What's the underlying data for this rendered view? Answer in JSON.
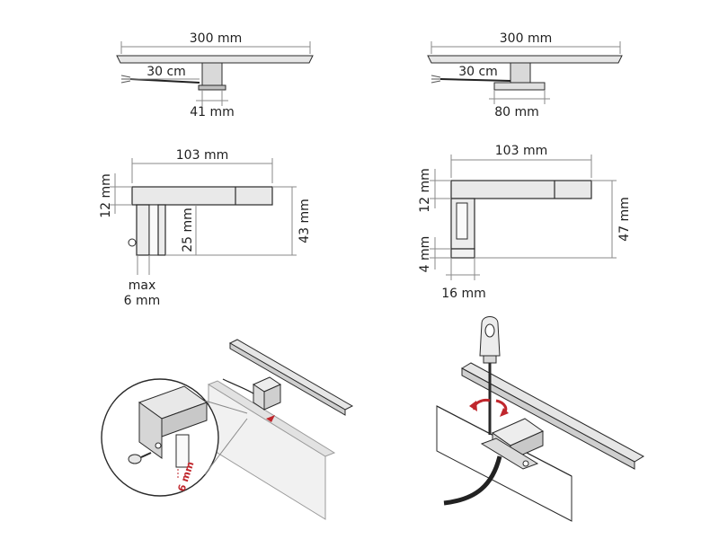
{
  "top_left": {
    "length": "300 mm",
    "cable": "30 cm",
    "clip": "41 mm"
  },
  "top_right": {
    "length": "300 mm",
    "cable": "30 cm",
    "clip": "80 mm"
  },
  "mid_left": {
    "width": "103 mm",
    "thickness": "12 mm",
    "clip_depth": "25 mm",
    "height": "43 mm",
    "max_line1": "max",
    "max_line2": "6 mm"
  },
  "mid_right": {
    "width": "103 mm",
    "thickness": "12 mm",
    "base": "4 mm",
    "height": "47 mm",
    "depth": "16 mm"
  },
  "install_left": {
    "gap": "6 mm"
  },
  "colors": {
    "accent": "#c0272d",
    "metal": "#d8d8d8",
    "line": "#8a8a8a"
  }
}
